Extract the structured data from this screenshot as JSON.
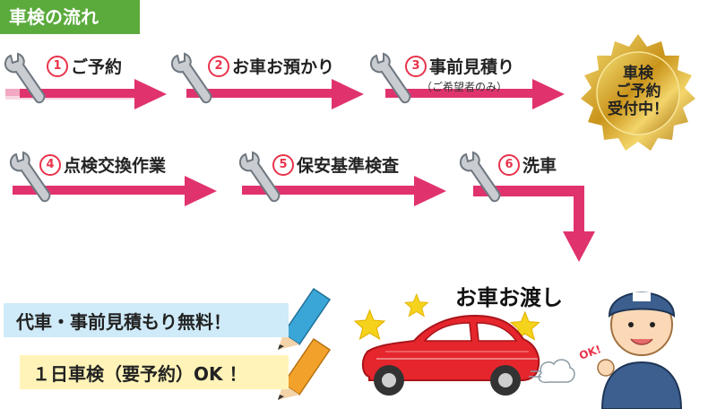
{
  "title": "車検の流れ",
  "steps": [
    {
      "num": "1",
      "label": "ご予約"
    },
    {
      "num": "2",
      "label": "お車お預かり"
    },
    {
      "num": "3",
      "label": "事前見積り",
      "note": "（ご希望者のみ）"
    },
    {
      "num": "4",
      "label": "点検交換作業"
    },
    {
      "num": "5",
      "label": "保安基準検査"
    },
    {
      "num": "6",
      "label": "洗車"
    }
  ],
  "seal": {
    "line1": "車検",
    "line2": "ご予約",
    "line3": "受付中！"
  },
  "handover": "お車お渡し",
  "banners": [
    {
      "text": "代車・事前見積もり無料！"
    },
    {
      "text": "１日車検（要予約）OK ！"
    }
  ],
  "speech": "OK!",
  "colors": {
    "arrow": "#e0336e",
    "arrow_light": "#f2a7c3",
    "accent": "#e8334a",
    "green": "#5aaa3c",
    "gold": "#d6a21e"
  }
}
